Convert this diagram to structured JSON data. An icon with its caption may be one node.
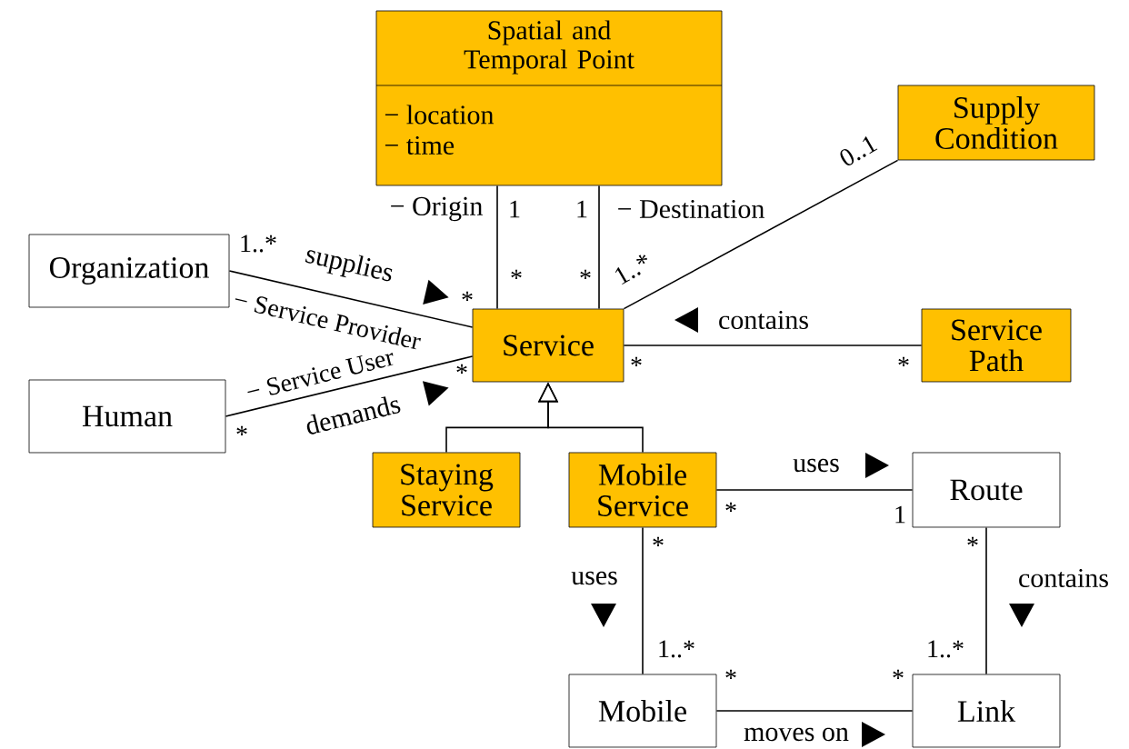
{
  "diagram": {
    "nodes": [
      {
        "text": [
          "Spatial and Temporal Point",
          "− location",
          "− time"
        ]
      },
      {
        "text": [
          "Supply Condition"
        ]
      },
      {
        "text": [
          "Organization"
        ]
      },
      {
        "text": [
          "Service"
        ]
      },
      {
        "text": [
          "Service Path"
        ]
      },
      {
        "text": [
          "Human"
        ]
      },
      {
        "text": [
          "Staying Service"
        ]
      },
      {
        "text": [
          "Mobile Service"
        ]
      },
      {
        "text": [
          "Route"
        ]
      },
      {
        "text": [
          "Mobile"
        ]
      },
      {
        "text": [
          "Link"
        ]
      }
    ],
    "edges": [
      {
        "from": 3,
        "to": 0,
        "arrow": "none",
        "label": "− Origin"
      },
      {
        "from": 3,
        "to": 0,
        "arrow": "none",
        "label": "− Destination"
      },
      {
        "from": 3,
        "to": 1,
        "arrow": "none"
      },
      {
        "from": 2,
        "to": 3,
        "arrow": "none",
        "label": "supplies"
      },
      {
        "from": 5,
        "to": 3,
        "arrow": "none",
        "label": "demands"
      },
      {
        "from": 3,
        "to": 4,
        "arrow": "none",
        "label": "contains"
      },
      {
        "from": 6,
        "to": 3,
        "arrow": "to"
      },
      {
        "from": 7,
        "to": 3,
        "arrow": "to"
      },
      {
        "from": 7,
        "to": 8,
        "arrow": "none",
        "label": "uses"
      },
      {
        "from": 7,
        "to": 9,
        "arrow": "none",
        "label": "uses"
      },
      {
        "from": 8,
        "to": 10,
        "arrow": "none",
        "label": "contains"
      },
      {
        "from": 9,
        "to": 10,
        "arrow": "none",
        "label": "moves on"
      }
    ],
    "labels": [
      "1",
      "1",
      "0..1",
      "1..*",
      "*",
      "*",
      "*",
      "1..*",
      "− Service Provider",
      "*",
      "*",
      "− Service User",
      "*",
      "*",
      "*",
      "1",
      "*",
      "*",
      "1..*",
      "1..*",
      "*",
      "*"
    ]
  }
}
